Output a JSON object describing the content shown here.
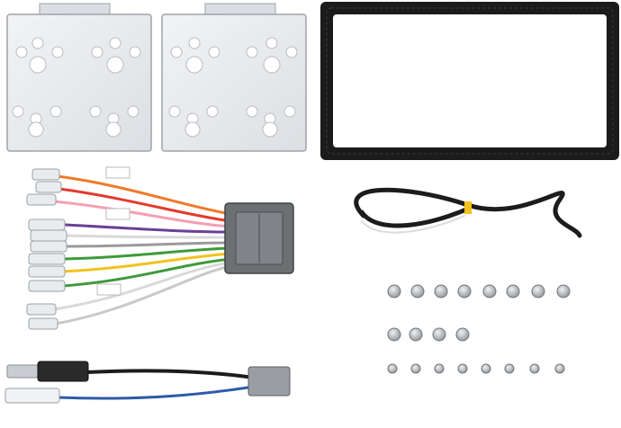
{
  "scene": {
    "background": "#ffffff",
    "objects": [
      "mounting-bracket-left",
      "mounting-bracket-right",
      "trim-frame",
      "wiring-harness",
      "antenna-adapter-cable",
      "black-cable",
      "screw-set"
    ]
  },
  "colors": {
    "bracket_fill": "#e9ebee",
    "bracket_edge": "#9ea3a8",
    "bracket_hole": "#ffffff",
    "frame": "#1b1b1b",
    "connector": "#6c7073",
    "wire_orange": "#f07a2a",
    "wire_red": "#e23a2e",
    "wire_pink": "#f2a0b4",
    "wire_purple": "#6a3f96",
    "wire_grey": "#9a9a9a",
    "wire_green": "#3e9a3a",
    "wire_yellow": "#f2c21d",
    "wire_blue": "#2e5aa8",
    "wire_black": "#1c1c1c",
    "screw_metal": "#b8bcc0"
  },
  "screws": {
    "rows": [
      {
        "count": 8,
        "size": "large"
      },
      {
        "count": 4,
        "size": "medium"
      },
      {
        "count": 8,
        "size": "small"
      }
    ]
  }
}
